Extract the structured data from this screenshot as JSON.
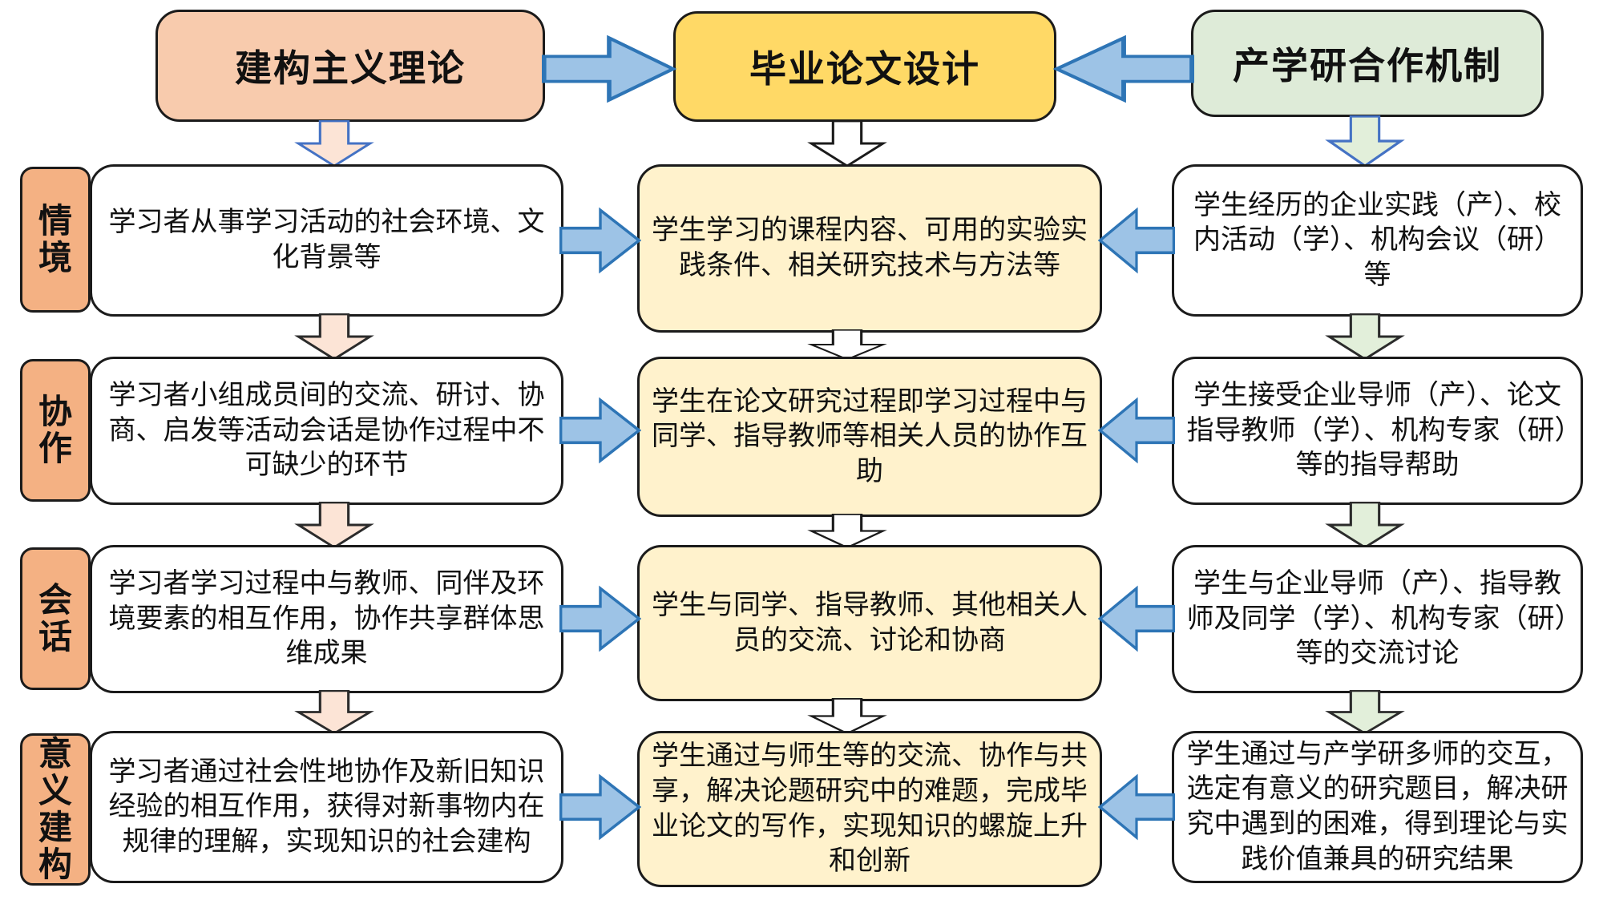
{
  "headers": {
    "left": {
      "label": "建构主义理论"
    },
    "center": {
      "label": "毕业论文设计"
    },
    "right": {
      "label": "产学研合作机制"
    }
  },
  "rows": [
    {
      "label": "情\n境",
      "label_text": "情境",
      "left": "学习者从事学习活动的社会环境、文化背景等",
      "center": "学生学习的课程内容、可用的实验实践条件、相关研究技术与方法等",
      "right": "学生经历的企业实践（产）、校内活动（学）、机构会议（研）等"
    },
    {
      "label": "协\n作",
      "label_text": "协作",
      "left": "学习者小组成员间的交流、研讨、协商、启发等活动会话是协作过程中不可缺少的环节",
      "center": "学生在论文研究过程即学习过程中与同学、指导教师等相关人员的协作互助",
      "right": "学生接受企业导师（产）、论文指导教师（学）、机构专家（研）等的指导帮助"
    },
    {
      "label": "会\n话",
      "label_text": "会话",
      "left": "学习者学习过程中与教师、同伴及环境要素的相互作用，协作共享群体思维成果",
      "center": "学生与同学、指导教师、其他相关人员的交流、讨论和协商",
      "right": "学生与企业导师（产）、指导教师及同学（学）、机构专家（研）等的交流讨论"
    },
    {
      "label": "意\n义\n建\n构",
      "label_text": "意义建构",
      "left": "学习者通过社会性地协作及新旧知识经验的相互作用，获得对新事物内在规律的理解，实现知识的社会建构",
      "center": "学生通过与师生等的交流、协作与共享，解决论题研究中的难题，完成毕业论文的写作，实现知识的螺旋上升和创新",
      "right": "学生通过与产学研多师的交互，选定有意义的研究题目，解决研究中遇到的困难，得到理论与实践价值兼具的研究结果"
    }
  ],
  "arrows": {
    "header_left_to_center": "right",
    "header_right_to_center": "left",
    "row_left_to_center": "right",
    "row_right_to_center": "left",
    "column_flow": "down"
  },
  "palette": {
    "header_left_fill": "#F8CBAD",
    "header_center_fill": "#FFD966",
    "header_right_fill": "#DEEBD8",
    "row_label_fill": "#F4B183",
    "center_cell_fill": "#FFF2CC",
    "side_cell_fill": "#FFFFFF",
    "horizontal_arrow_fill": "#9DC3E6",
    "horizontal_arrow_stroke": "#2E75B6",
    "left_column_arrow_fill": "#FCE4D6",
    "right_column_arrow_fill": "#E2EFDA",
    "center_column_arrow_fill": "#FFFFFF",
    "first_arrow_stroke": "#4472C4",
    "box_border": "#1B1B1B"
  }
}
